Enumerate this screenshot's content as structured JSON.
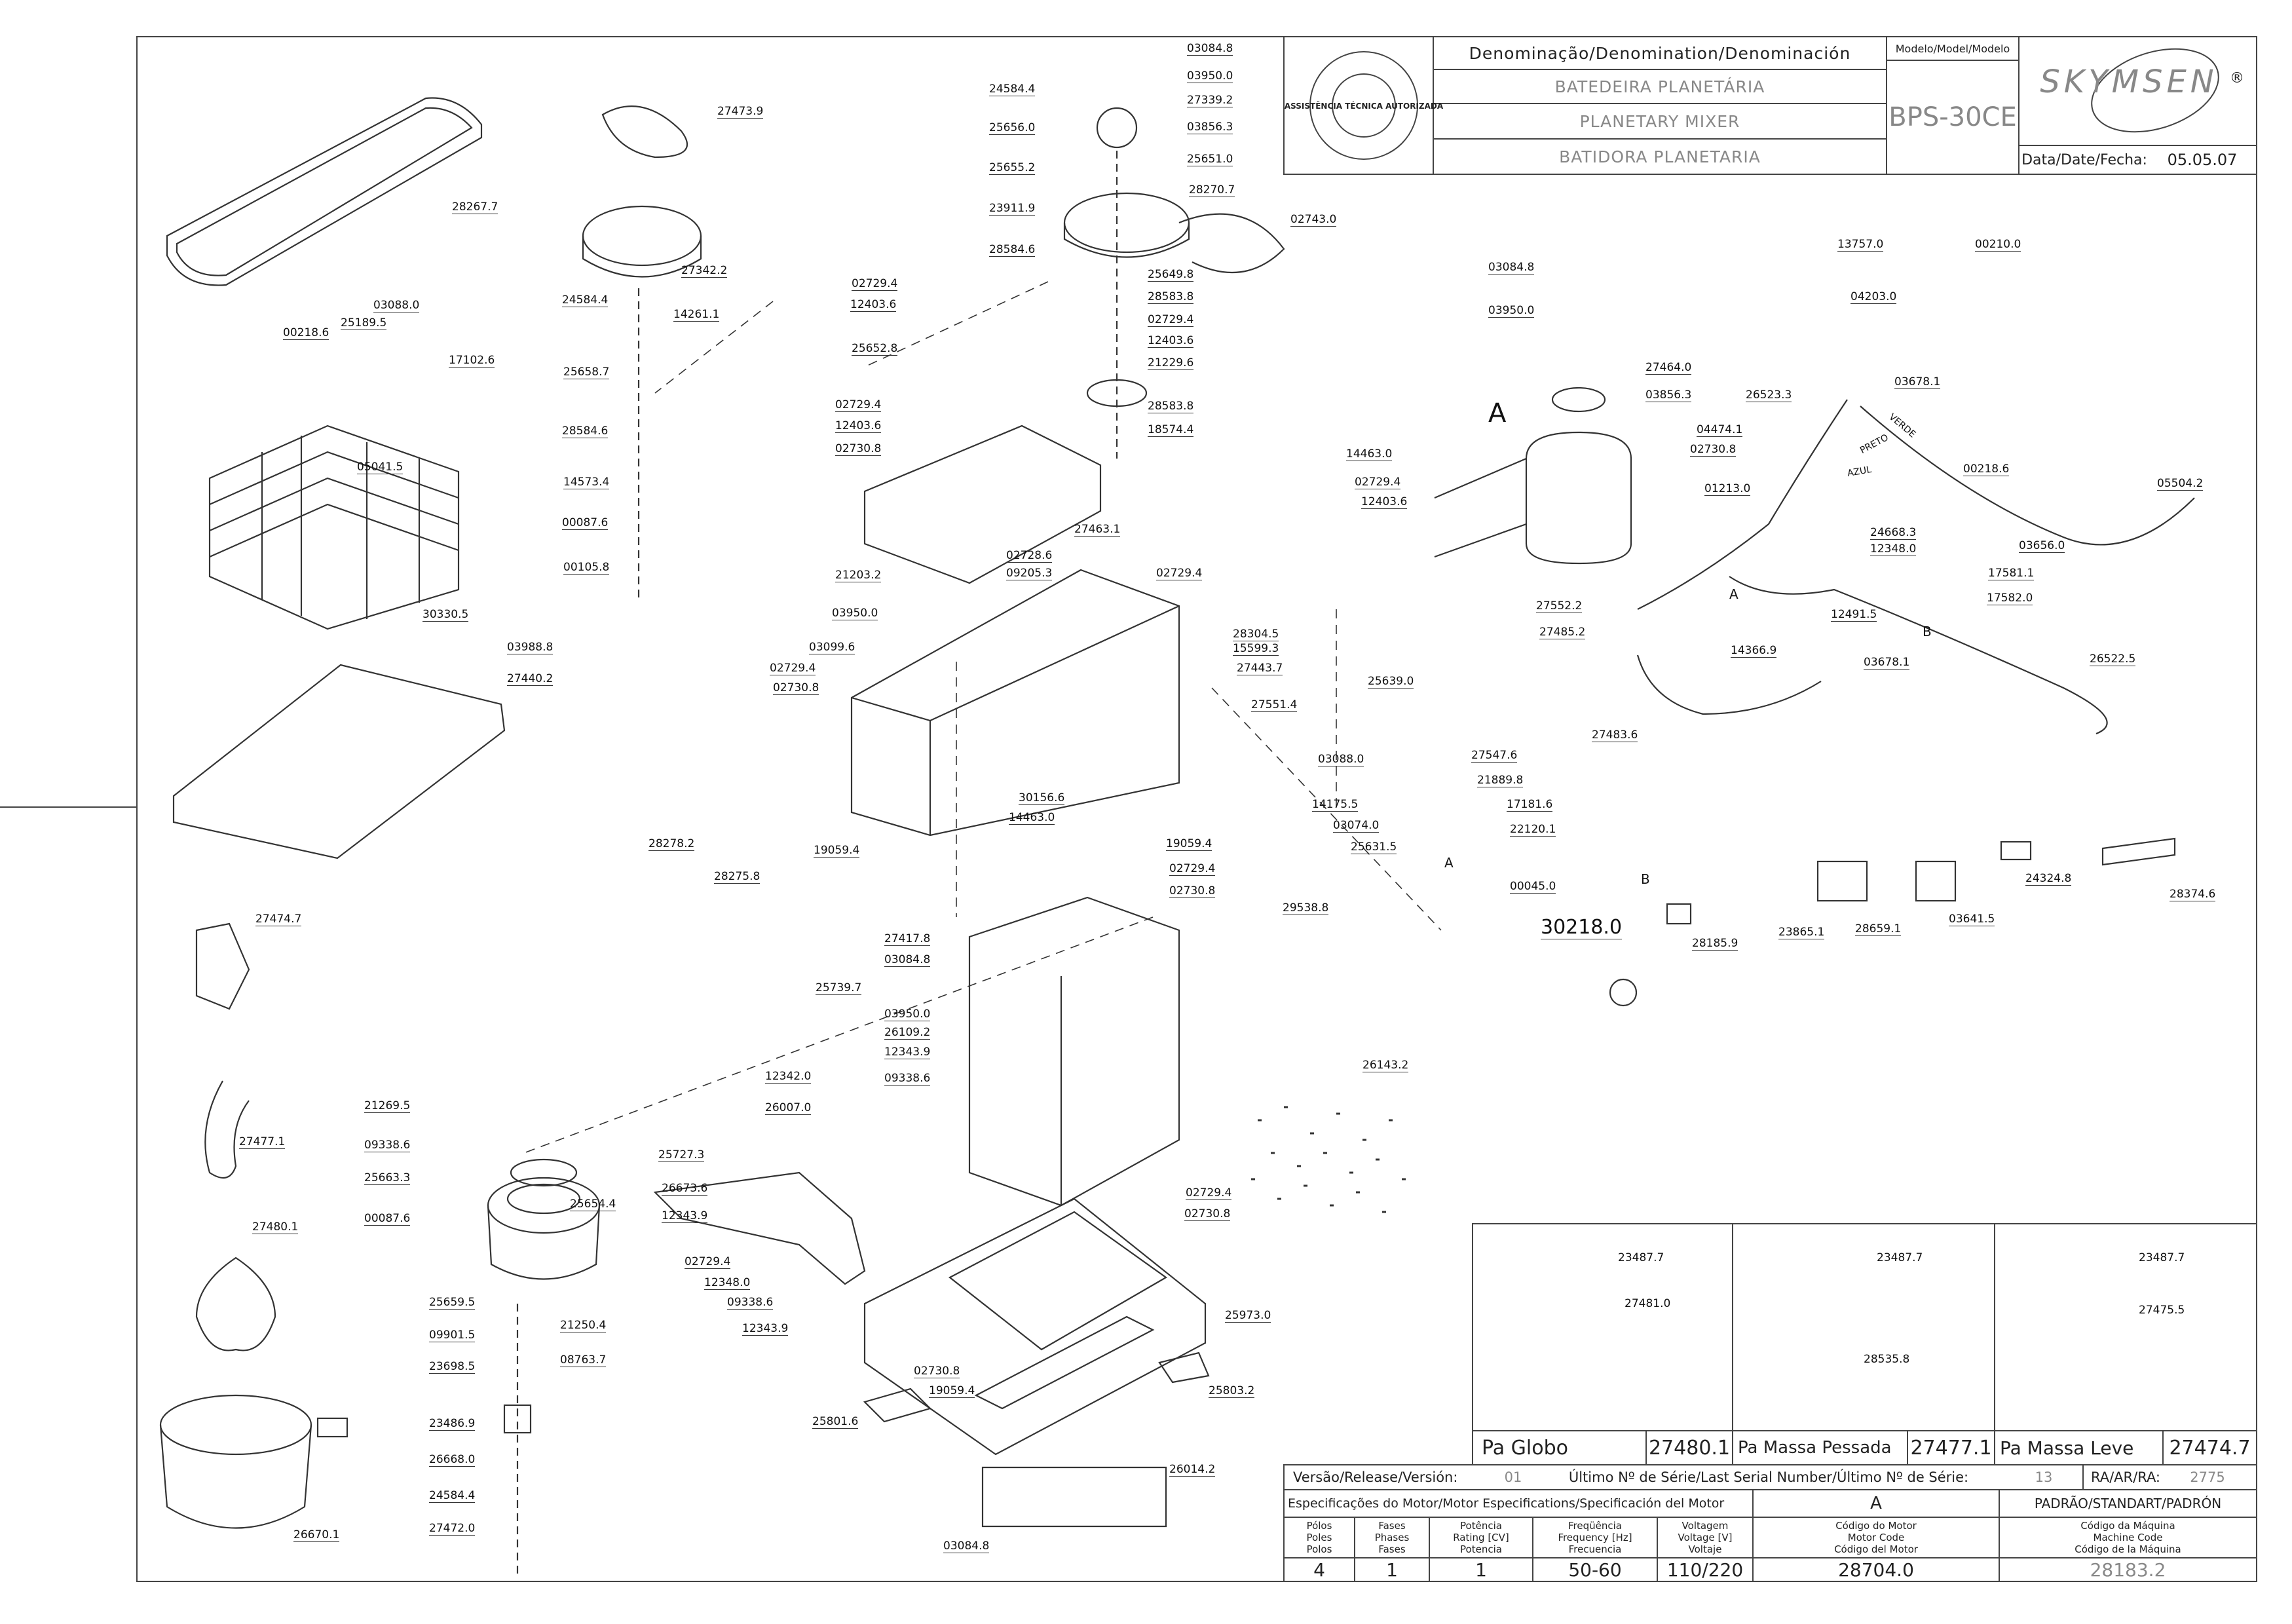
{
  "title_block": {
    "denomination_header": "Denominação/Denomination/Denominación",
    "name_pt": "BATEDEIRA PLANETÁRIA",
    "name_en": "PLANETARY MIXER",
    "name_es": "BATIDORA PLANETARIA",
    "model_header": "Modelo/Model/Modelo",
    "model_value": "BPS-30CE",
    "brand": "SKYMSEN",
    "registered_mark": "®",
    "date_label": "Data/Date/Fecha:",
    "date_value": "05.05.07",
    "seal_text": "ASSISTÊNCIA TÉCNICA AUTORIZADA"
  },
  "accessories": [
    {
      "name": "Pa Globo",
      "code": "27480.1",
      "parts": [
        "23487.7",
        "27481.0"
      ]
    },
    {
      "name": "Pa Massa Pessada",
      "code": "27477.1",
      "parts": [
        "23487.7",
        "28535.8"
      ]
    },
    {
      "name": "Pa Massa Leve",
      "code": "27474.7",
      "parts": [
        "23487.7",
        "27475.5"
      ]
    }
  ],
  "release": {
    "version_label": "Versão/Release/Versión:",
    "version_value": "01",
    "serial_label": "Último Nº de Série/Last Serial Number/Último Nº de Série:",
    "serial_value": "13",
    "ra_label": "RA/AR/RA:",
    "ra_value": "2775"
  },
  "motor_spec": {
    "title": "Especificações do Motor/Motor Especifications/Specificación del Motor",
    "col_a": "A",
    "col_standard": "PADRÃO/STANDART/PADRÓN",
    "headers": [
      [
        "Pólos",
        "Poles",
        "Polos"
      ],
      [
        "Fases",
        "Phases",
        "Fases"
      ],
      [
        "Potência",
        "Rating [CV]",
        "Potencia"
      ],
      [
        "Freqüência",
        "Frequency [Hz]",
        "Frecuencia"
      ],
      [
        "Voltagem",
        "Voltage [V]",
        "Voltaje"
      ],
      [
        "Código do Motor",
        "Motor Code",
        "Código del Motor"
      ],
      [
        "Código da Máquina",
        "Machine Code",
        "Código de la Máquina"
      ]
    ],
    "values": [
      "4",
      "1",
      "1",
      "50-60",
      "110/220",
      "28704.0",
      "28183.2"
    ]
  },
  "diagram": {
    "detail_letters": [
      "A",
      "A",
      "B",
      "B",
      "A"
    ],
    "wire_labels": [
      "PRETO",
      "VERDE",
      "AZUL"
    ],
    "callouts": [
      "28267.7",
      "27473.9",
      "27342.2",
      "24584.4",
      "14261.1",
      "25658.7",
      "28584.6",
      "14573.4",
      "00087.6",
      "00105.8",
      "00218.6",
      "25189.5",
      "03088.0",
      "17102.6",
      "05041.5",
      "30330.5",
      "03988.8",
      "27440.2",
      "28278.2",
      "28275.8",
      "27474.7",
      "27477.1",
      "27480.1",
      "26670.1",
      "26668.0",
      "21269.5",
      "09338.6",
      "25663.3",
      "00087.6",
      "25654.4",
      "25659.5",
      "09901.5",
      "21250.4",
      "08763.7",
      "23698.5",
      "23486.9",
      "24584.4",
      "27472.0",
      "24584.4",
      "25656.0",
      "25655.2",
      "23911.9",
      "28584.6",
      "02729.4",
      "12403.6",
      "25652.8",
      "02729.4",
      "12403.6",
      "02730.8",
      "27463.1",
      "21203.2",
      "02728.6",
      "09205.3",
      "02729.4",
      "03950.0",
      "03099.6",
      "02729.4",
      "02730.8",
      "28304.5",
      "15599.3",
      "27443.7",
      "27551.4",
      "19059.4",
      "30156.6",
      "14463.0",
      "19059.4",
      "02729.4",
      "02730.8",
      "29538.8",
      "27417.8",
      "03084.8",
      "25739.7",
      "03950.0",
      "26109.2",
      "12343.9",
      "09338.6",
      "12342.0",
      "26007.0",
      "25727.3",
      "26673.6",
      "12343.9",
      "02729.4",
      "12348.0",
      "09338.6",
      "12343.9",
      "02729.4",
      "02730.8",
      "25973.0",
      "02730.8",
      "19059.4",
      "25801.6",
      "25803.2",
      "26014.2",
      "03084.8",
      "03084.8",
      "03950.0",
      "27339.2",
      "03856.3",
      "25651.0",
      "28270.7",
      "02743.0",
      "25649.8",
      "28583.8",
      "02729.4",
      "12403.6",
      "21229.6",
      "28583.8",
      "18574.4",
      "14463.0",
      "02729.4",
      "12403.6",
      "27552.2",
      "27485.2",
      "25639.0",
      "27547.6",
      "03088.0",
      "21889.8",
      "14175.5",
      "03074.0",
      "17181.6",
      "25631.5",
      "22120.1",
      "00045.0",
      "30218.0",
      "03084.8",
      "03950.0",
      "27464.0",
      "03856.3",
      "04474.1",
      "02730.8",
      "01213.0",
      "13757.0",
      "04203.0",
      "00210.0",
      "26523.3",
      "03678.1",
      "00218.6",
      "05504.2",
      "03656.0",
      "24668.3",
      "12348.0",
      "12491.5",
      "14366.9",
      "03678.1",
      "17581.1",
      "17582.0",
      "26522.5",
      "27483.6",
      "26143.2",
      "28185.9",
      "23865.1",
      "28659.1",
      "03641.5",
      "24324.8",
      "28374.6"
    ]
  },
  "colors": {
    "line": "#333333",
    "frame": "#555555",
    "paper": "#ffffff",
    "grey_text": "#999999"
  }
}
